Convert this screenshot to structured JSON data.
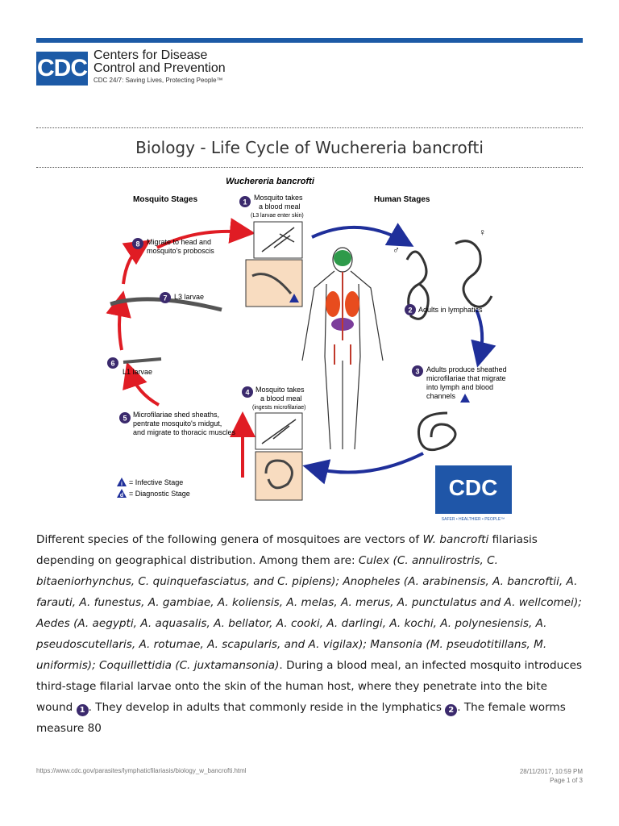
{
  "header": {
    "logo_text": "CDC",
    "org_name_line1": "Centers for Disease",
    "org_name_line2": "Control and Prevention",
    "tagline": "CDC 24/7: Saving Lives, Protecting People™"
  },
  "page_title": "Biology - Life Cycle of Wuchereria bancrofti",
  "figure": {
    "title": "Wuchereria bancrofti",
    "mosquito_stages": "Mosquito Stages",
    "human_stages": "Human Stages",
    "step1_line1": "Mosquito takes",
    "step1_line2": "a blood meal",
    "step1_sub": "(L3 larvae enter skin)",
    "step2": "Adults in lymphatics",
    "step3_line1": "Adults produce sheathed",
    "step3_line2": "microfilariae that migrate",
    "step3_line3": "into lymph and blood",
    "step3_line4": "channels",
    "step4_line1": "Mosquito takes",
    "step4_line2": "a blood meal",
    "step4_sub": "(ingests microfilariae)",
    "step5_line1": "Microfilariae shed sheaths,",
    "step5_line2": "pentrate mosquito's midgut,",
    "step5_line3": "and migrate to thoracic muscles",
    "step6": "L1 larvae",
    "step7": "L3 larvae",
    "step8_line1": "Migrate to head and",
    "step8_line2": "mosquito's proboscis",
    "legend_infective": "= Infective Stage",
    "legend_diagnostic": "= Diagnostic Stage",
    "infective_symbol": "i",
    "diagnostic_symbol": "d",
    "cdc_logo_text": "CDC",
    "cdc_logo_tag": "SAFER • HEALTHIER • PEOPLE™",
    "numbers": [
      "1",
      "2",
      "3",
      "4",
      "5",
      "6",
      "7",
      "8"
    ]
  },
  "body": {
    "p1": "Different species of the following genera of mosquitoes are vectors of ",
    "p1_it": "W. bancrofti",
    "p2": " filariasis depending on geographical distribution. Among them are: ",
    "culex": "Culex",
    "culex_species": "(C. annulirostris, C. bitaeniorhynchus, C. quinquefasciatus, and C. pipiens)",
    "anopheles": "; Anopheles ",
    "anopheles_species": "(A. arabinensis, A. bancroftii, A. farauti, A. funestus, A. gambiae, A. koliensis, A. melas, A. merus, A. punctulatus and A. wellcomei)",
    "aedes": "; Aedes ",
    "aedes_species": "(A. aegypti, A. aquasalis, A. bellator, A. cooki, A. darlingi, A. kochi, A. polynesiensis, A. pseudoscutellaris, A. rotumae, A. scapularis, and A. vigilax)",
    "mansonia": "; Mansonia ",
    "mansonia_species": "(M. pseudotitillans, M. uniformis)",
    "coquillettidia": "; Coquillettidia ",
    "coquillettidia_species": "(C. juxtamansonia)",
    "p3": ". During a blood meal, an infected mosquito introduces third-stage filarial larvae onto the skin of the human host, where they penetrate into the bite wound ",
    "marker1": "1",
    "p4": ". They develop in adults that commonly reside in the lymphatics ",
    "marker2": "2",
    "p5": ". The female worms measure 80"
  },
  "footer": {
    "url": "https://www.cdc.gov/parasites/lymphaticfilariasis/biology_w_bancrofti.html",
    "date": "28/11/2017, 10:59 PM",
    "page": "Page 1 of 3"
  },
  "colors": {
    "brand_blue": "#1c5aa6",
    "step_purple": "#3b2a6d",
    "arrow_red": "#e01c24",
    "arrow_blue": "#1f2f9a",
    "inset_bg": "#f8dcc0"
  }
}
